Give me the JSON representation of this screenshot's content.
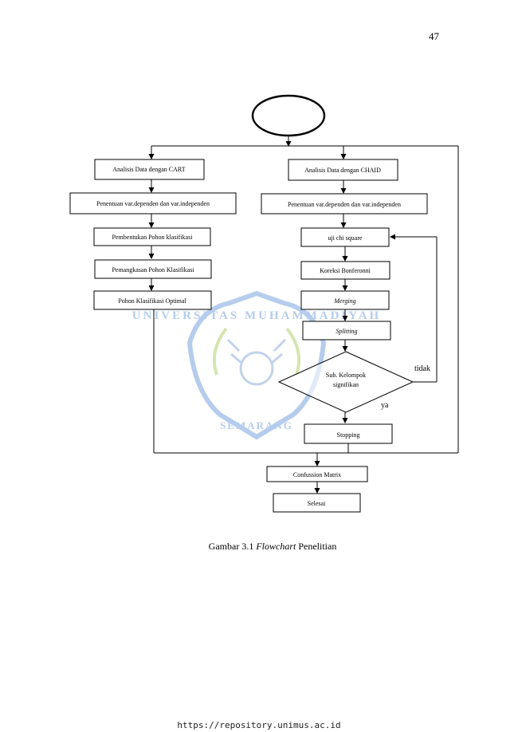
{
  "page_number": "47",
  "nodes": {
    "cart_analysis": "Analisis Data dengan CART",
    "chaid_analysis": "Analisis Data dengan CHAID",
    "cart_var": "Penentuan var.dependen  dan var.independen",
    "chaid_var": "Penentuan var.dependen  dan var.independen",
    "cart_tree": "Pembentukan Pohon klasifikasi",
    "chi_square": "uji chi square",
    "pruning": "Pemangkasan  Pohon Klasifikasi",
    "bonferroni": "Koreksi Bonferonni",
    "optimal_tree": "Pohon Klasifikasi Optimal",
    "merging": "Merging",
    "splitting": "Splitting",
    "decision_line1": "Sub. Kelompok",
    "decision_line2": "signifikan",
    "stopping": "Stopping",
    "confusion": "Confussion Matrix",
    "end": "Selesai"
  },
  "edge_labels": {
    "no": "tidak",
    "yes": "ya"
  },
  "watermark": {
    "text_top": "UNIVERSITAS MUHAMMADIYAH",
    "text_bottom": "SEMARANG"
  },
  "caption": {
    "prefix": "Gambar  3.1 ",
    "italic": "Flowchart",
    "suffix": " Penelitian"
  },
  "footer_url": "https://repository.unimus.ac.id",
  "colors": {
    "watermark": "#a9c4ea",
    "watermark_accent": "#cfe0a4",
    "line": "#000000"
  }
}
